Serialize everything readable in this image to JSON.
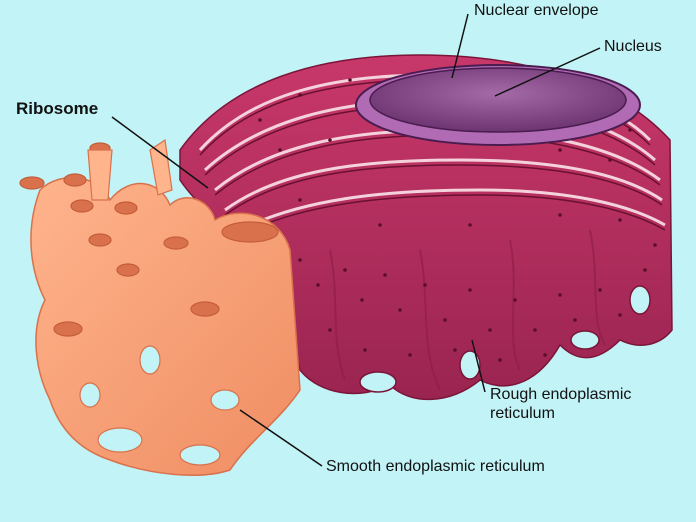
{
  "labels": {
    "nuclear_envelope": "Nuclear envelope",
    "nucleus": "Nucleus",
    "ribosome": "Ribosome",
    "rough_er_line1": "Rough endoplasmic",
    "rough_er_line2": "reticulum",
    "smooth_er": "Smooth endoplasmic reticulum"
  },
  "colors": {
    "background": "#c2f3f6",
    "rough_er": "#c8386a",
    "rough_er_dark": "#8e1d45",
    "ribosome_dot": "#5a0f26",
    "smooth_er": "#f6a079",
    "smooth_er_dark": "#d9714c",
    "nucleus": "#8a4f93",
    "envelope": "#b06bb4"
  }
}
